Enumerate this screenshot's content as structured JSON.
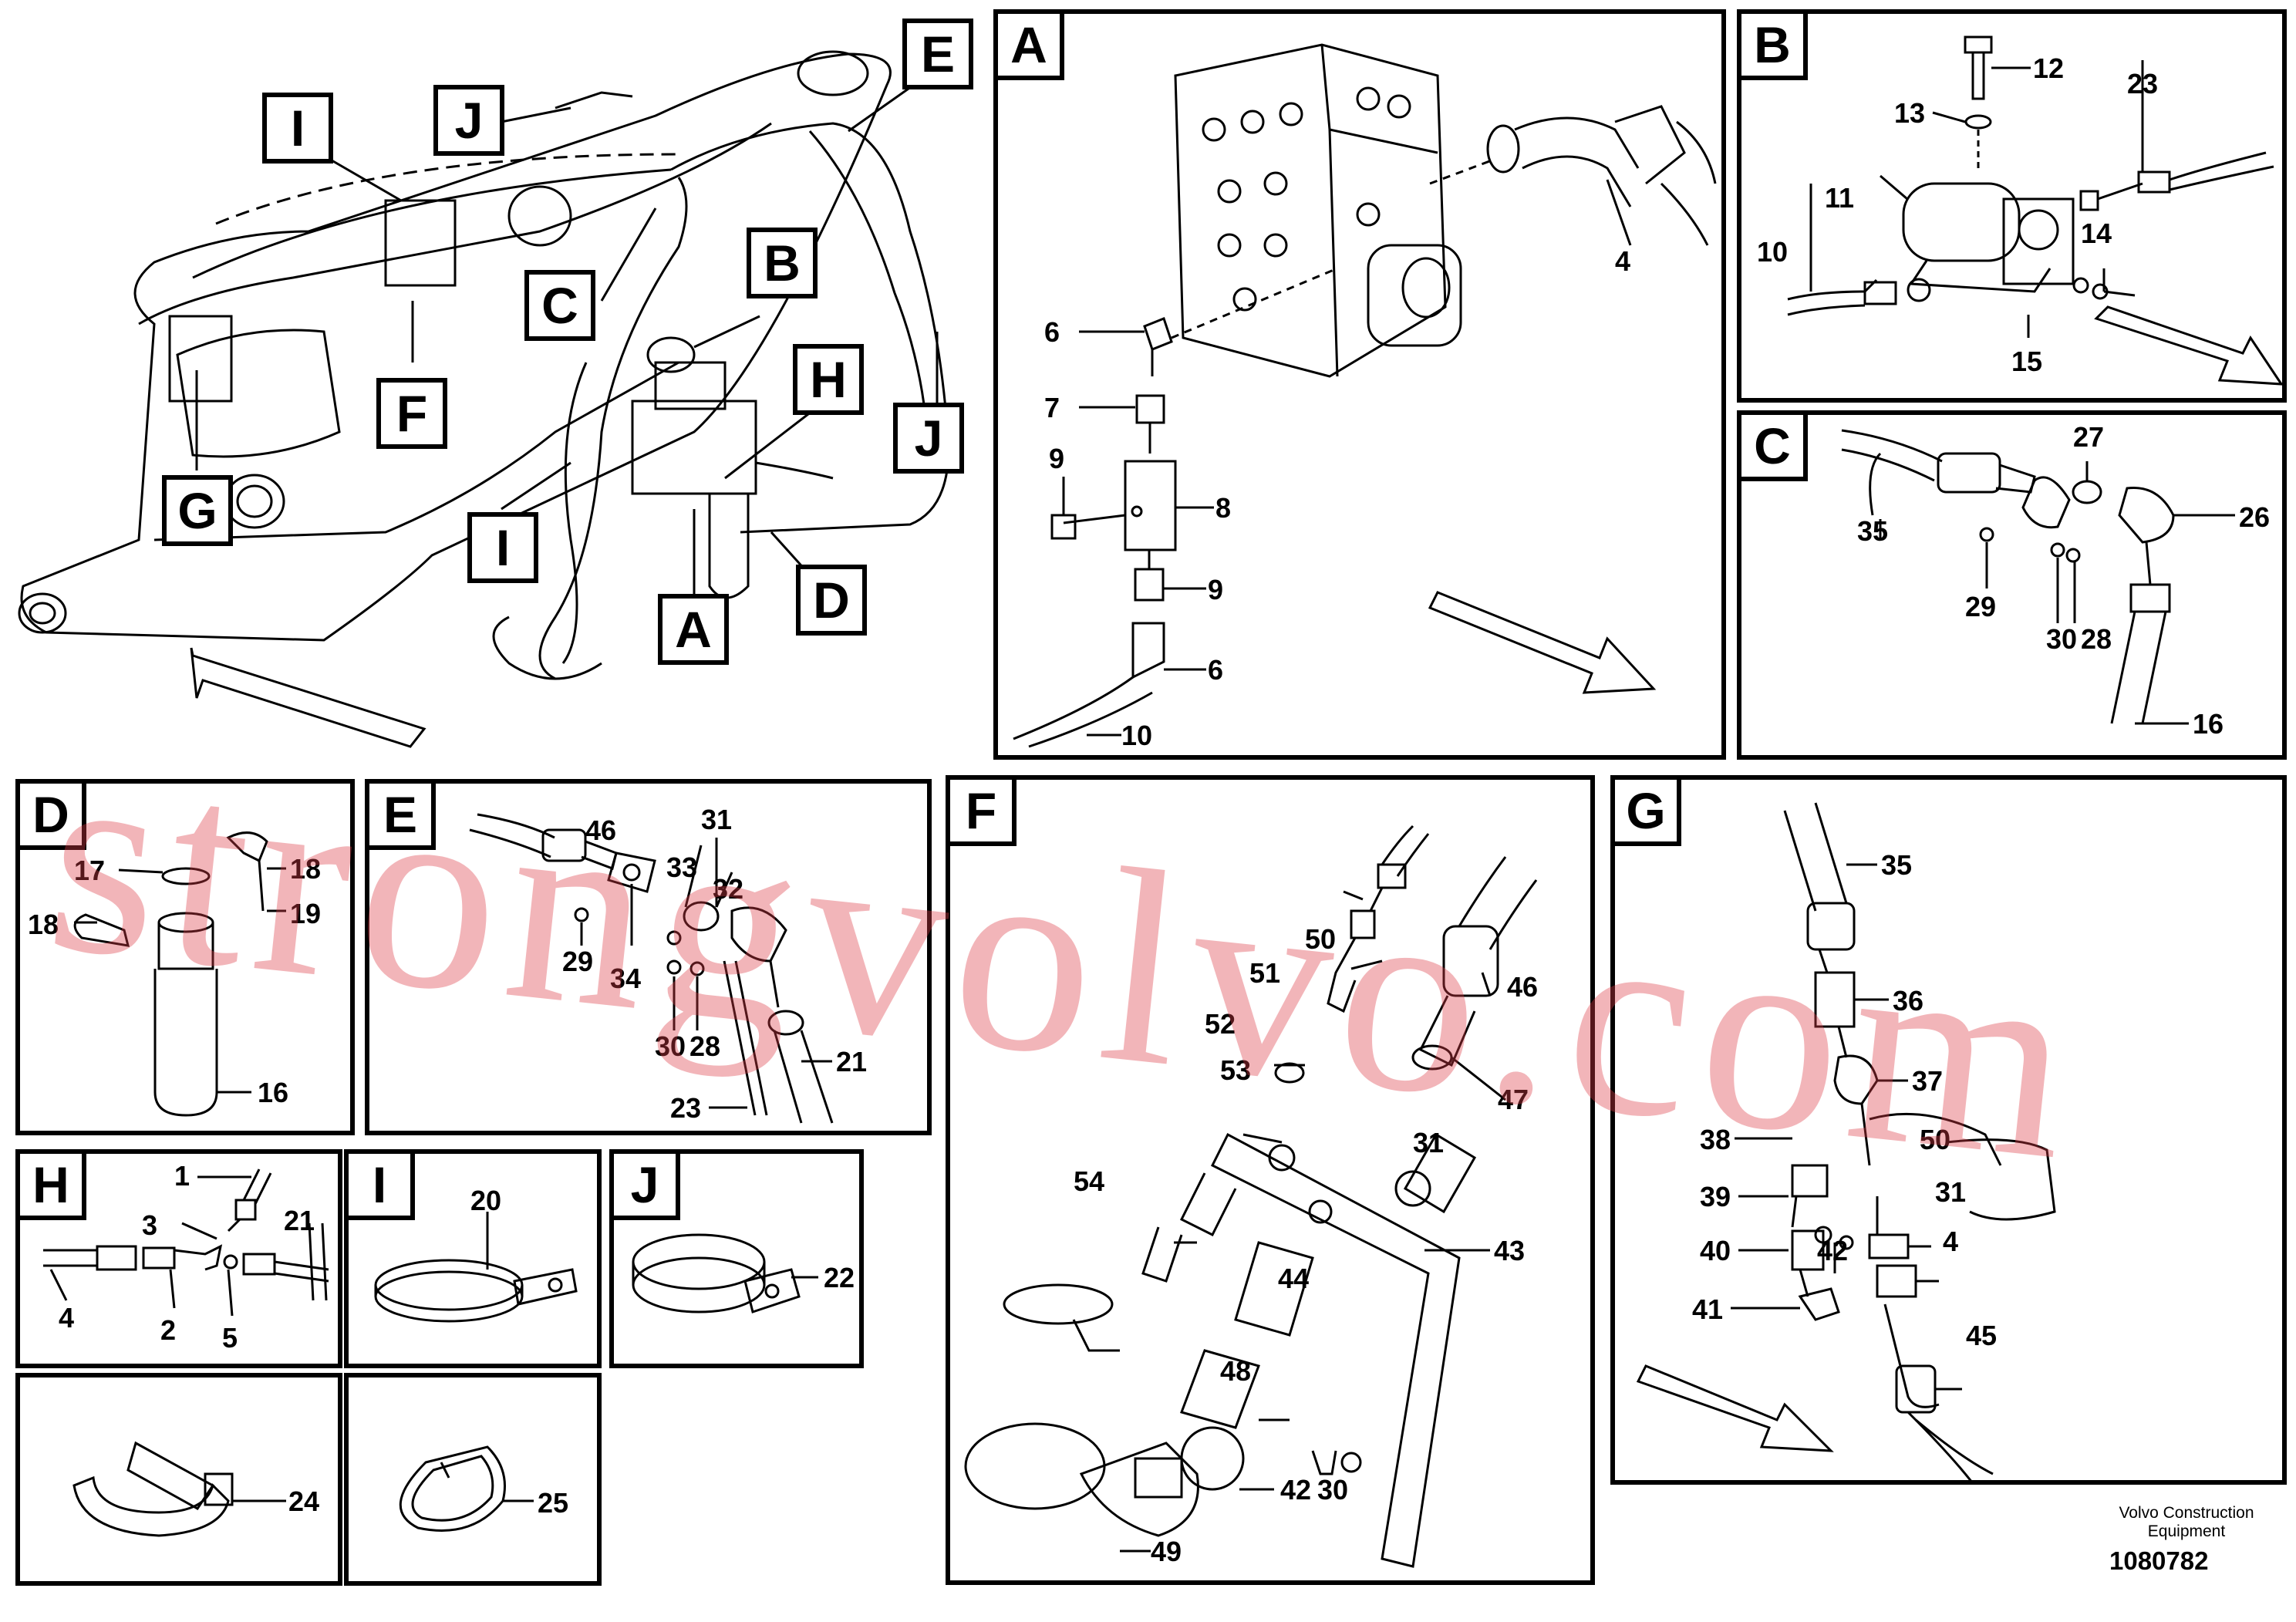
{
  "overview": {
    "keys": [
      "E",
      "J",
      "I",
      "C",
      "B",
      "H",
      "F",
      "G",
      "I",
      "J",
      "A",
      "D"
    ]
  },
  "panels": {
    "A": {
      "label": "A",
      "callouts": [
        "4",
        "6",
        "7",
        "9",
        "8",
        "9",
        "6",
        "10"
      ]
    },
    "B": {
      "label": "B",
      "callouts": [
        "12",
        "13",
        "23",
        "11",
        "14",
        "10",
        "15"
      ]
    },
    "C": {
      "label": "C",
      "callouts": [
        "27",
        "35",
        "26",
        "29",
        "30",
        "28",
        "16"
      ]
    },
    "D": {
      "label": "D",
      "callouts": [
        "17",
        "18",
        "18",
        "19",
        "16"
      ]
    },
    "E": {
      "label": "E",
      "callouts": [
        "46",
        "31",
        "33",
        "32",
        "29",
        "34",
        "30",
        "28",
        "21",
        "23"
      ]
    },
    "F": {
      "label": "F",
      "callouts": [
        "50",
        "51",
        "46",
        "52",
        "53",
        "47",
        "31",
        "54",
        "43",
        "44",
        "48",
        "42",
        "30",
        "49"
      ]
    },
    "G": {
      "label": "G",
      "callouts": [
        "35",
        "36",
        "37",
        "38",
        "39",
        "40",
        "41",
        "42",
        "31",
        "4",
        "45",
        "50"
      ]
    },
    "H": {
      "label": "H",
      "callouts": [
        "1",
        "3",
        "21",
        "4",
        "2",
        "5"
      ]
    },
    "I": {
      "label": "I",
      "callouts": [
        "20"
      ]
    },
    "J": {
      "label": "J",
      "callouts": [
        "22"
      ]
    },
    "K": {
      "callouts": [
        "24"
      ]
    },
    "L": {
      "callouts": [
        "25"
      ]
    }
  },
  "footer": {
    "company": "Volvo Construction Equipment",
    "doc_number": "1080782"
  },
  "watermark": "strongvolvo.com",
  "colors": {
    "line": "#000000",
    "watermark": "#dc3c46"
  }
}
